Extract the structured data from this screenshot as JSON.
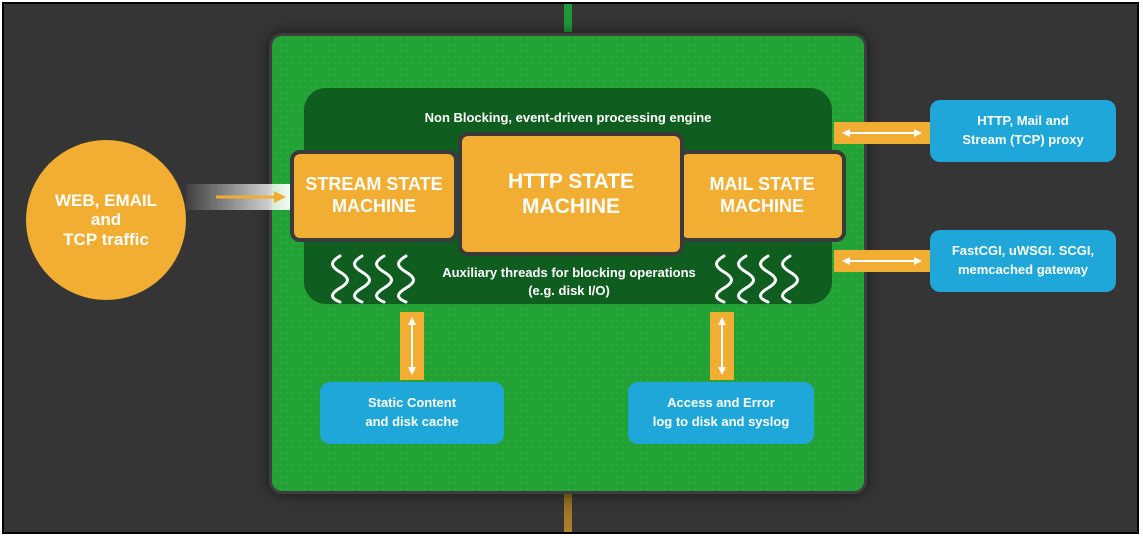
{
  "engine": {
    "title": "Non Blocking, event-driven processing engine",
    "auxiliary_line1": "Auxiliary threads for blocking operations",
    "auxiliary_line2": "(e.g. disk I/O)"
  },
  "state_machines": {
    "stream": {
      "line1": "STREAM STATE",
      "line2": "MACHINE"
    },
    "http": {
      "line1": "HTTP STATE",
      "line2": "MACHINE"
    },
    "mail": {
      "line1": "MAIL STATE",
      "line2": "MACHINE"
    }
  },
  "input": {
    "line1": "WEB, EMAIL",
    "line2": "and",
    "line3": "TCP traffic"
  },
  "outputs": {
    "proxy": {
      "line1": "HTTP, Mail and",
      "line2": "Stream (TCP) proxy"
    },
    "fastcgi": {
      "line1": "FastCGI, uWSGI. SCGI,",
      "line2": "memcached gateway"
    },
    "static": {
      "line1": "Static Content",
      "line2": "and disk cache"
    },
    "log": {
      "line1": "Access and Error",
      "line2": "log to disk and syslog"
    }
  },
  "colors": {
    "background": "#353535",
    "chip": "#22a134",
    "engine": "#0f5d1f",
    "state_machine": "#f2ad33",
    "output_box": "#1ea7d8",
    "arrow_fill": "#f2ad33"
  },
  "icons": {
    "thread": "wavy-line",
    "connector": "double-headed-arrow",
    "input": "right-arrow"
  }
}
